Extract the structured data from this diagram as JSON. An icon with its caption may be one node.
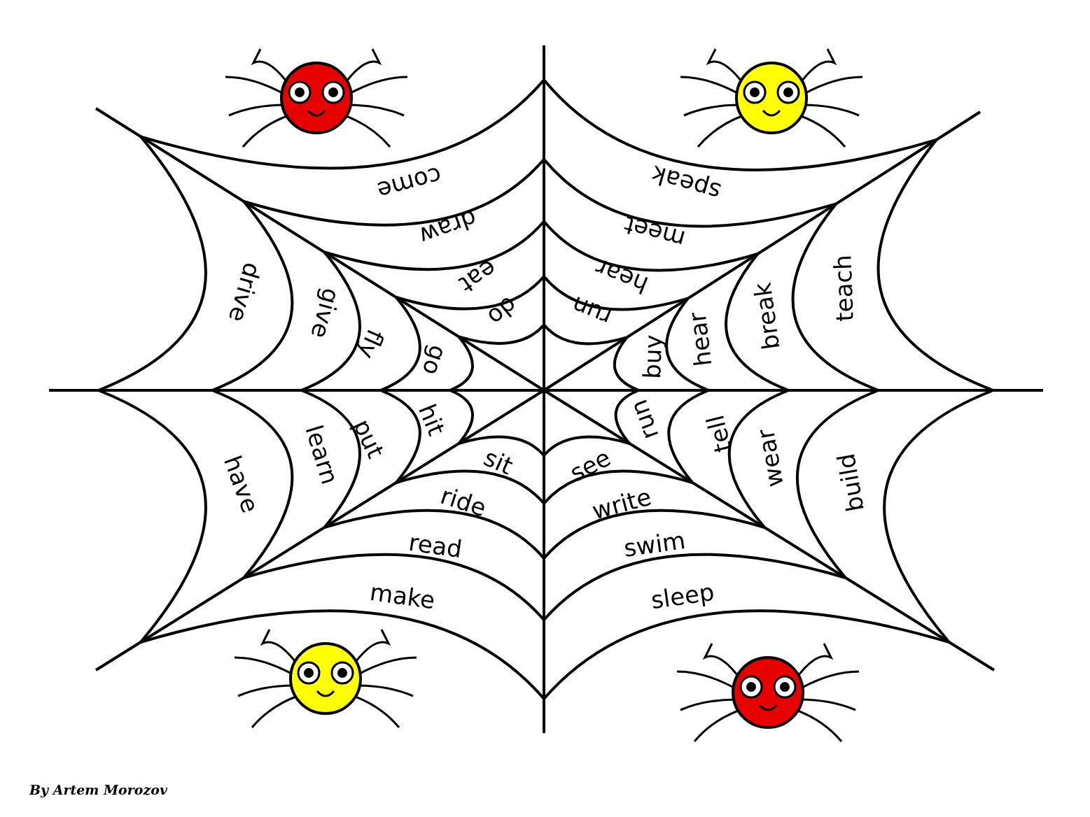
{
  "diagram": {
    "labels": [
      "come",
      "speak",
      "draw",
      "meet",
      "drive",
      "give",
      "eat",
      "do",
      "run",
      "hear",
      "break",
      "teach",
      "fly",
      "go",
      "buy",
      "hear",
      "put",
      "hit",
      "run",
      "tell",
      "have",
      "learn",
      "sit",
      "see",
      "wear",
      "build",
      "ride",
      "write",
      "read",
      "swim",
      "make",
      "sleep",
      "By Artem Morozov"
    ]
  }
}
